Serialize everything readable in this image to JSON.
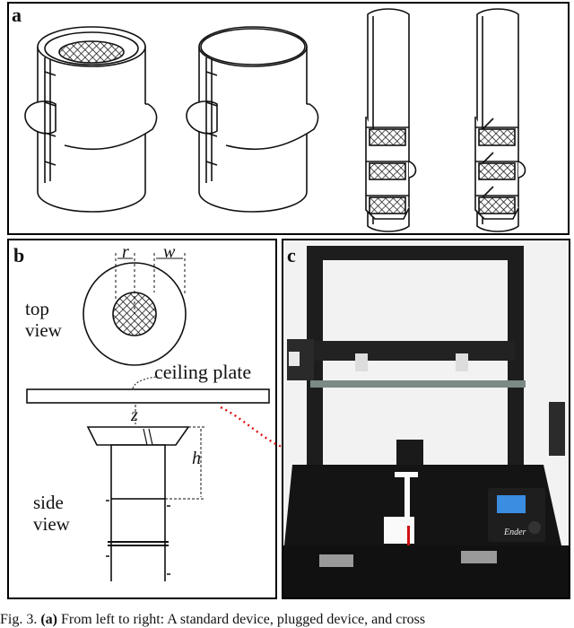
{
  "panels": {
    "a": {
      "label": "a"
    },
    "b": {
      "label": "b",
      "r_label": "r",
      "w_label": "w",
      "top_view_line1": "top",
      "top_view_line2": "view",
      "ceiling_label": "ceiling plate",
      "z_label": "z",
      "h_label": "h",
      "side_view_line1": "side",
      "side_view_line2": "view"
    },
    "c": {
      "label": "c",
      "brand_text": "Ender"
    }
  },
  "caption": {
    "fig_number": "Fig. 3.",
    "bold_part": "(a)",
    "text": "From left to right: A standard device, plugged device, and cross"
  }
}
